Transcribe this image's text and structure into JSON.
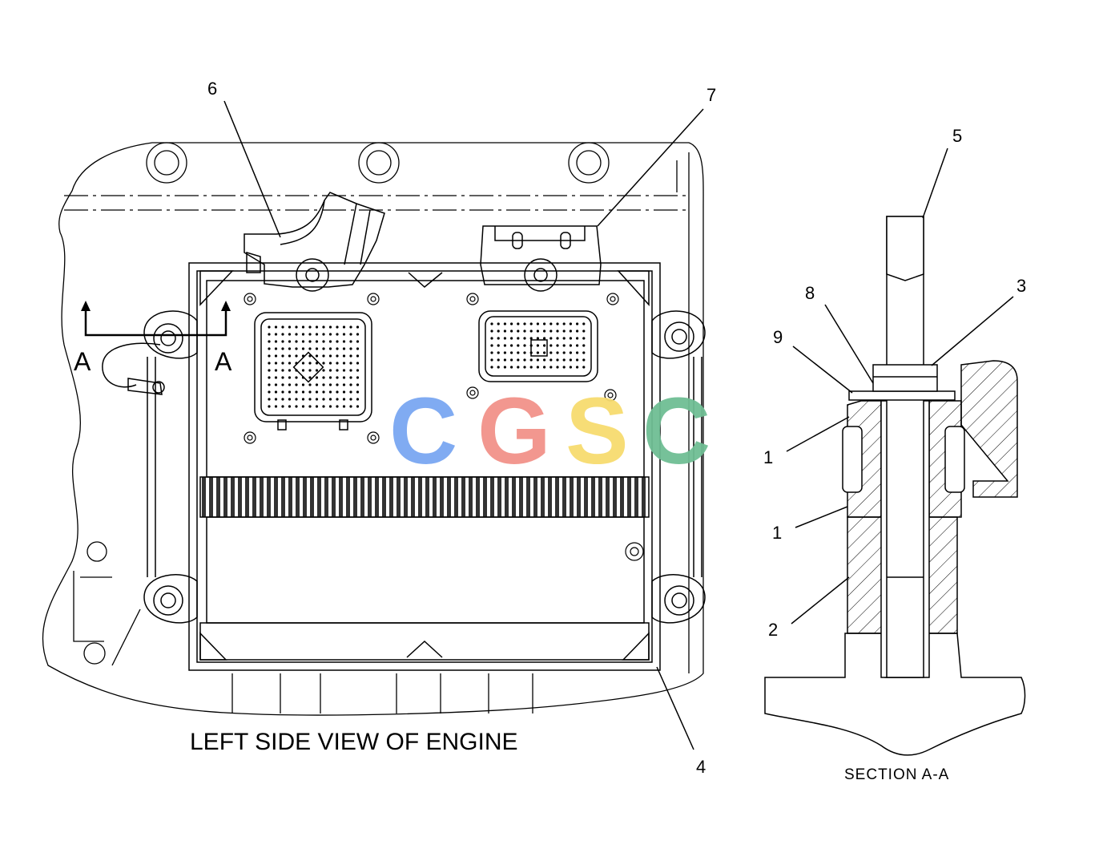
{
  "views": {
    "main_caption": "LEFT SIDE VIEW OF ENGINE",
    "section_caption": "SECTION  A-A",
    "section_marker_left": "A",
    "section_marker_right": "A"
  },
  "callouts": {
    "c6": "6",
    "c7": "7",
    "c4": "4",
    "c5": "5",
    "c8": "8",
    "c3": "3",
    "c9": "9",
    "c1a": "1",
    "c1b": "1",
    "c2": "2"
  },
  "watermark": {
    "letters": [
      "C",
      "G",
      "S",
      "C"
    ],
    "colors": [
      "#7aa7f2",
      "#f2928a",
      "#f7dc6f",
      "#6fbe94"
    ]
  }
}
